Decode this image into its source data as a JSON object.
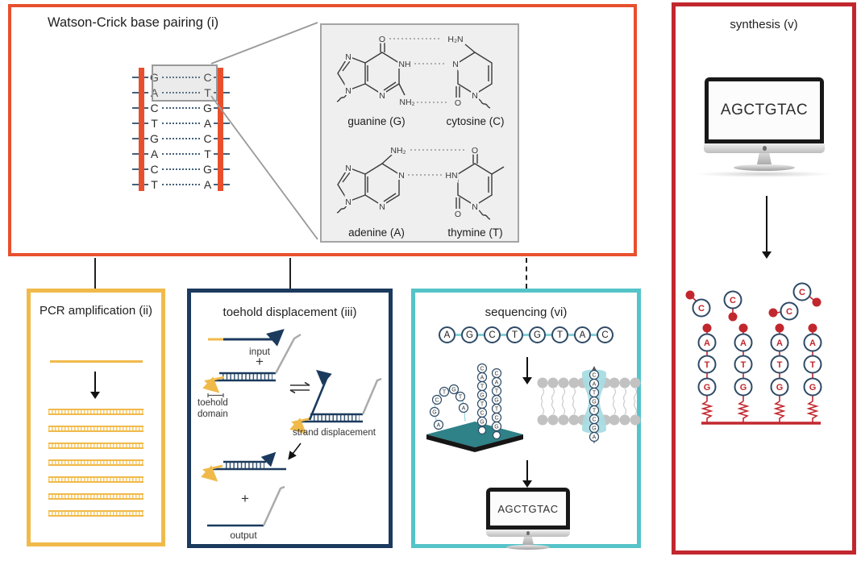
{
  "colors": {
    "orange": "#E8502D",
    "yellow": "#F0BA4B",
    "navy": "#1B3A5E",
    "teal": "#55C4C9",
    "red": "#C2272E",
    "platform_teal": "#2E8288",
    "pore_teal": "#A9DCE1",
    "strand_gray": "#ABABAB"
  },
  "watson_crick": {
    "title": "Watson-Crick base pairing (i)",
    "pairs": [
      [
        "G",
        "C"
      ],
      [
        "A",
        "T"
      ],
      [
        "C",
        "G"
      ],
      [
        "T",
        "A"
      ],
      [
        "G",
        "C"
      ],
      [
        "A",
        "T"
      ],
      [
        "C",
        "G"
      ],
      [
        "T",
        "A"
      ]
    ],
    "inset": {
      "guanine_label": "guanine (G)",
      "cytosine_label": "cytosine (C)",
      "adenine_label": "adenine (A)",
      "thymine_label": "thymine (T)",
      "guanine_atoms": [
        "O",
        "NH",
        "NH₂",
        "N",
        "N",
        "N"
      ],
      "cytosine_atoms": [
        "H₂N",
        "N",
        "O",
        "N"
      ],
      "adenine_atoms": [
        "NH₂",
        "N",
        "N",
        "N",
        "N"
      ],
      "thymine_atoms": [
        "O",
        "HN",
        "O",
        "N"
      ]
    }
  },
  "pcr": {
    "title": "PCR amplification (ii)"
  },
  "toehold": {
    "title": "toehold displacement (iii)",
    "input_label": "input",
    "plus_top": "+",
    "toehold_domain_label": "toehold domain",
    "strand_displacement_label": "strand displacement",
    "plus_bottom": "+",
    "output_label": "output"
  },
  "sequencing": {
    "title": "sequencing (vi)",
    "chain": [
      "A",
      "G",
      "C",
      "T",
      "G",
      "T",
      "A",
      "C"
    ],
    "flowcell_arch": [
      "A",
      "G",
      "C",
      "T",
      "G",
      "T",
      "A"
    ],
    "flowcell_strand1": [
      "C",
      "A",
      "T",
      "G",
      "T",
      "C",
      "G"
    ],
    "flowcell_strand2": [
      "C",
      "A",
      "T",
      "G",
      "T",
      "C",
      "G"
    ],
    "pore_strand": [
      "C",
      "A",
      "T",
      "G",
      "T",
      "C",
      "G",
      "A"
    ],
    "monitor_text": "AGCTGTAC"
  },
  "synthesis": {
    "title": "synthesis (v)",
    "monitor_text": "AGCTGTAC",
    "free_nucleotides": [
      "C",
      "C",
      "C",
      "C"
    ],
    "strands": [
      [
        "A",
        "T",
        "G"
      ],
      [
        "A",
        "T",
        "G"
      ],
      [
        "A",
        "T",
        "G"
      ],
      [
        "A",
        "T",
        "G"
      ]
    ]
  }
}
